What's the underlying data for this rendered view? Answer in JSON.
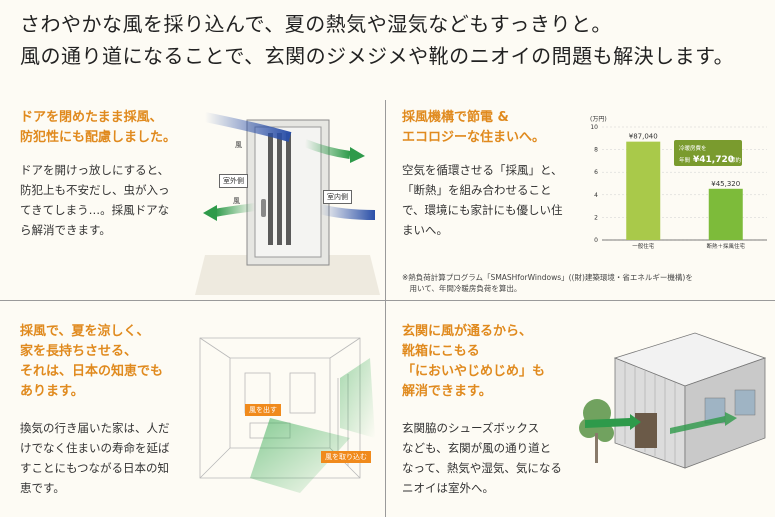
{
  "headline": {
    "line1": "さわやかな風を採り込んで、夏の熱気や湿気などもすっきりと。",
    "line2": "風の通り道になることで、玄関のジメジメや靴のニオイの問題も解決します。"
  },
  "panel1": {
    "title": [
      "ドアを閉めたまま採風、",
      "防犯性にも配慮しました。"
    ],
    "body": [
      "ドアを開けっ放しにすると、",
      "防犯上も不安だし、虫が入っ",
      "てきてしまう…。採風ドアな",
      "ら解消できます。"
    ],
    "labels": {
      "wind_top": "風",
      "wind_bottom": "風",
      "outside": "室外側",
      "inside": "室内側"
    }
  },
  "panel2": {
    "title": [
      "採風機構で節電 &",
      "エコロジーな住まいへ。"
    ],
    "body": [
      "空気を循環させる「採風」と、",
      "「断熱」を組み合わせること",
      "で、環境にも家計にも優しい住",
      "まいへ。"
    ],
    "note": [
      "※熱負荷計算プログラム「SMASHforWindows」((財)建築環境・省エネルギー機構)を",
      "　用いて、年間冷暖房負荷を算出。"
    ]
  },
  "chart_data": {
    "type": "bar",
    "ylabel": "(万円)",
    "ylim": [
      0,
      10
    ],
    "yticks": [
      "0",
      "2",
      "4",
      "6",
      "8",
      "10"
    ],
    "categories": [
      "一般住宅",
      "断熱＋採風住宅"
    ],
    "values": [
      8.704,
      4.532
    ],
    "data_labels": [
      "¥87,040",
      "¥45,320"
    ],
    "callout": {
      "line1": "冷暖房費を",
      "prefix": "年間",
      "amount": "¥41,720",
      "suffix": "節約"
    },
    "colors": [
      "#a9c94a",
      "#7dbb3a"
    ]
  },
  "panel3": {
    "title": [
      "採風で、夏を涼しく、",
      "家を長持ちさせる、",
      "それは、日本の知恵でも",
      "あります。"
    ],
    "body": [
      "換気の行き届いた家は、人だ",
      "けでなく住まいの寿命を延ば",
      "すことにもつながる日本の知",
      "恵です。"
    ],
    "labels": {
      "out": "風を出す",
      "in": "風を取り込む"
    }
  },
  "panel4": {
    "title": [
      "玄関に風が通るから、",
      "靴箱にこもる",
      "「においやじめじめ」も",
      "解消できます。"
    ],
    "body": [
      "玄関脇のシューズボックス",
      "なども、玄関が風の通り道と",
      "なって、熱気や湿気、気になる",
      "ニオイは室外へ。"
    ]
  }
}
